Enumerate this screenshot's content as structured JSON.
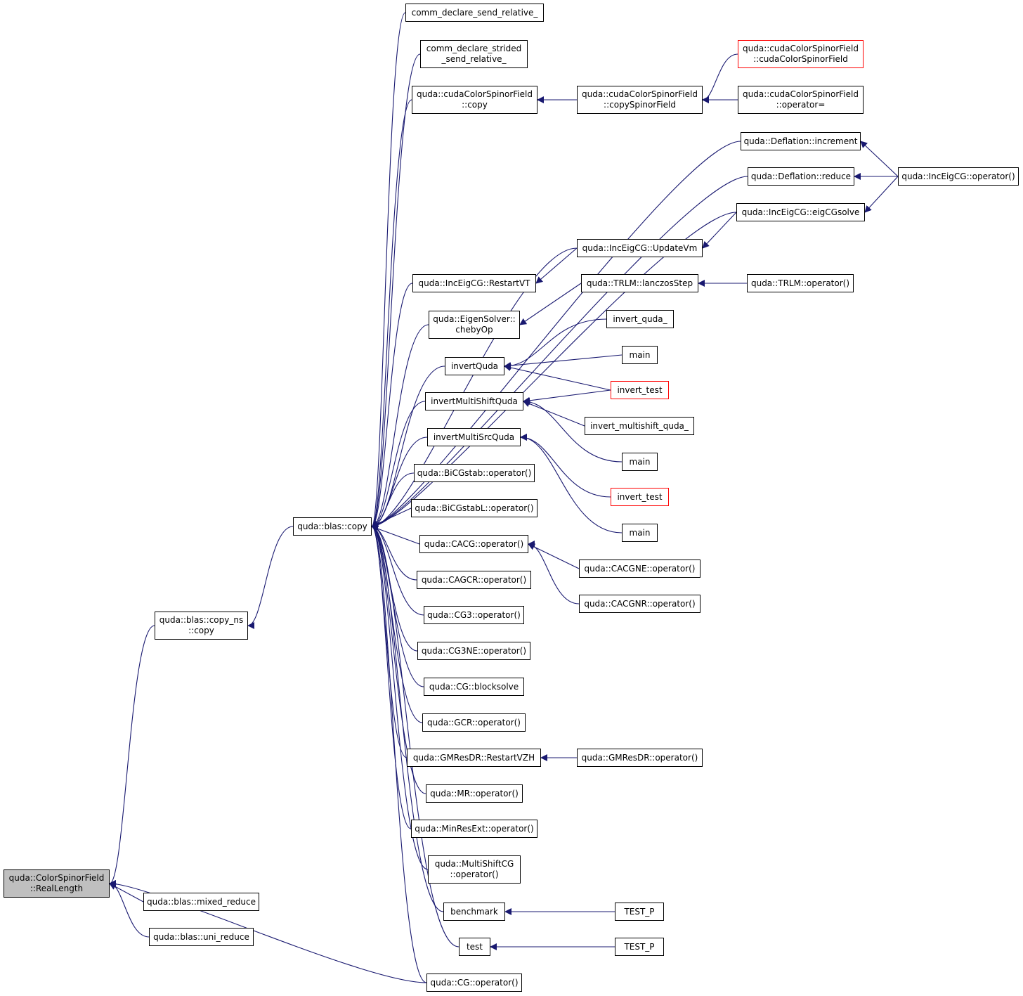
{
  "colors": {
    "edge": "#191970",
    "node_border": "#000000",
    "red_border": "#ff0000",
    "root_fill": "#bfbfbf"
  },
  "nodes": [
    {
      "id": "root",
      "label": "quda::ColorSpinorField\n::RealLength",
      "style": "root"
    },
    {
      "id": "copy_ns",
      "label": "quda::blas::copy_ns\n::copy"
    },
    {
      "id": "blas_copy",
      "label": "quda::blas::copy"
    },
    {
      "id": "mixed_reduce",
      "label": "quda::blas::mixed_reduce"
    },
    {
      "id": "uni_reduce",
      "label": "quda::blas::uni_reduce"
    },
    {
      "id": "cg_op",
      "label": "quda::CG::operator()"
    },
    {
      "id": "comm_rel",
      "label": "comm_declare_send_relative_"
    },
    {
      "id": "comm_strided",
      "label": "comm_declare_strided\n_send_relative_"
    },
    {
      "id": "ccsf_copy",
      "label": "quda::cudaColorSpinorField\n::copy"
    },
    {
      "id": "ccsf_copyspinor",
      "label": "quda::cudaColorSpinorField\n::copySpinorField"
    },
    {
      "id": "ccsf_ctor",
      "label": "quda::cudaColorSpinorField\n::cudaColorSpinorField",
      "style": "red"
    },
    {
      "id": "ccsf_assign",
      "label": "quda::cudaColorSpinorField\n::operator="
    },
    {
      "id": "defl_inc",
      "label": "quda::Deflation::increment"
    },
    {
      "id": "defl_red",
      "label": "quda::Deflation::reduce"
    },
    {
      "id": "inceig_op",
      "label": "quda::IncEigCG::operator()"
    },
    {
      "id": "eigcgsolve",
      "label": "quda::IncEigCG::eigCGsolve"
    },
    {
      "id": "updatevm",
      "label": "quda::IncEigCG::UpdateVm"
    },
    {
      "id": "restartvt",
      "label": "quda::IncEigCG::RestartVT"
    },
    {
      "id": "lanczos",
      "label": "quda::TRLM::lanczosStep"
    },
    {
      "id": "trlm_op",
      "label": "quda::TRLM::operator()"
    },
    {
      "id": "chebyop",
      "label": "quda::EigenSolver::\nchebyOp"
    },
    {
      "id": "invert_quda_",
      "label": "invert_quda_"
    },
    {
      "id": "main1",
      "label": "main"
    },
    {
      "id": "invert_test1",
      "label": "invert_test",
      "style": "red"
    },
    {
      "id": "invertquda",
      "label": "invertQuda"
    },
    {
      "id": "invertmsq",
      "label": "invertMultiShiftQuda"
    },
    {
      "id": "inv_ms_q_",
      "label": "invert_multishift_quda_"
    },
    {
      "id": "invertmsrc",
      "label": "invertMultiSrcQuda"
    },
    {
      "id": "main2",
      "label": "main"
    },
    {
      "id": "invert_test2",
      "label": "invert_test",
      "style": "red"
    },
    {
      "id": "main3",
      "label": "main"
    },
    {
      "id": "bicgstab",
      "label": "quda::BiCGstab::operator()"
    },
    {
      "id": "bicgstabl",
      "label": "quda::BiCGstabL::operator()"
    },
    {
      "id": "cacg",
      "label": "quda::CACG::operator()"
    },
    {
      "id": "cacgne",
      "label": "quda::CACGNE::operator()"
    },
    {
      "id": "cacgnr",
      "label": "quda::CACGNR::operator()"
    },
    {
      "id": "cagcr",
      "label": "quda::CAGCR::operator()"
    },
    {
      "id": "cg3",
      "label": "quda::CG3::operator()"
    },
    {
      "id": "cg3ne",
      "label": "quda::CG3NE::operator()"
    },
    {
      "id": "blocksolve",
      "label": "quda::CG::blocksolve"
    },
    {
      "id": "gcr",
      "label": "quda::GCR::operator()"
    },
    {
      "id": "gmres_rvzh",
      "label": "quda::GMResDR::RestartVZH"
    },
    {
      "id": "gmres_op",
      "label": "quda::GMResDR::operator()"
    },
    {
      "id": "mr",
      "label": "quda::MR::operator()"
    },
    {
      "id": "minresext",
      "label": "quda::MinResExt::operator()"
    },
    {
      "id": "mscg",
      "label": "quda::MultiShiftCG\n::operator()"
    },
    {
      "id": "benchmark",
      "label": "benchmark"
    },
    {
      "id": "test_p1",
      "label": "TEST_P"
    },
    {
      "id": "test",
      "label": "test"
    },
    {
      "id": "test_p2",
      "label": "TEST_P"
    }
  ],
  "edges": [
    [
      "copy_ns",
      "root"
    ],
    [
      "mixed_reduce",
      "root"
    ],
    [
      "uni_reduce",
      "root"
    ],
    [
      "cg_op",
      "root"
    ],
    [
      "blas_copy",
      "copy_ns"
    ],
    [
      "comm_rel",
      "blas_copy"
    ],
    [
      "comm_strided",
      "blas_copy"
    ],
    [
      "ccsf_copy",
      "blas_copy"
    ],
    [
      "defl_inc",
      "blas_copy"
    ],
    [
      "defl_red",
      "blas_copy"
    ],
    [
      "eigcgsolve",
      "blas_copy"
    ],
    [
      "updatevm",
      "blas_copy"
    ],
    [
      "restartvt",
      "blas_copy"
    ],
    [
      "chebyop",
      "blas_copy"
    ],
    [
      "invertquda",
      "blas_copy"
    ],
    [
      "invertmsq",
      "blas_copy"
    ],
    [
      "invertmsrc",
      "blas_copy"
    ],
    [
      "bicgstab",
      "blas_copy"
    ],
    [
      "bicgstabl",
      "blas_copy"
    ],
    [
      "cacg",
      "blas_copy"
    ],
    [
      "cagcr",
      "blas_copy"
    ],
    [
      "cg3",
      "blas_copy"
    ],
    [
      "cg3ne",
      "blas_copy"
    ],
    [
      "blocksolve",
      "blas_copy"
    ],
    [
      "gcr",
      "blas_copy"
    ],
    [
      "gmres_rvzh",
      "blas_copy"
    ],
    [
      "mr",
      "blas_copy"
    ],
    [
      "minresext",
      "blas_copy"
    ],
    [
      "mscg",
      "blas_copy"
    ],
    [
      "benchmark",
      "blas_copy"
    ],
    [
      "test",
      "blas_copy"
    ],
    [
      "cg_op",
      "blas_copy"
    ],
    [
      "ccsf_copyspinor",
      "ccsf_copy"
    ],
    [
      "ccsf_ctor",
      "ccsf_copyspinor"
    ],
    [
      "ccsf_assign",
      "ccsf_copyspinor"
    ],
    [
      "inceig_op",
      "defl_inc"
    ],
    [
      "inceig_op",
      "defl_red"
    ],
    [
      "inceig_op",
      "eigcgsolve"
    ],
    [
      "eigcgsolve",
      "updatevm"
    ],
    [
      "updatevm",
      "restartvt"
    ],
    [
      "trlm_op",
      "lanczos"
    ],
    [
      "lanczos",
      "chebyop"
    ],
    [
      "invert_quda_",
      "invertquda"
    ],
    [
      "main1",
      "invertquda"
    ],
    [
      "invert_test1",
      "invertquda"
    ],
    [
      "invert_test1",
      "invertmsq"
    ],
    [
      "inv_ms_q_",
      "invertmsq"
    ],
    [
      "main2",
      "invertmsq"
    ],
    [
      "invert_test2",
      "invertmsrc"
    ],
    [
      "main3",
      "invertmsrc"
    ],
    [
      "cacgne",
      "cacg"
    ],
    [
      "cacgnr",
      "cacg"
    ],
    [
      "gmres_op",
      "gmres_rvzh"
    ],
    [
      "test_p1",
      "benchmark"
    ],
    [
      "test_p2",
      "test"
    ]
  ]
}
